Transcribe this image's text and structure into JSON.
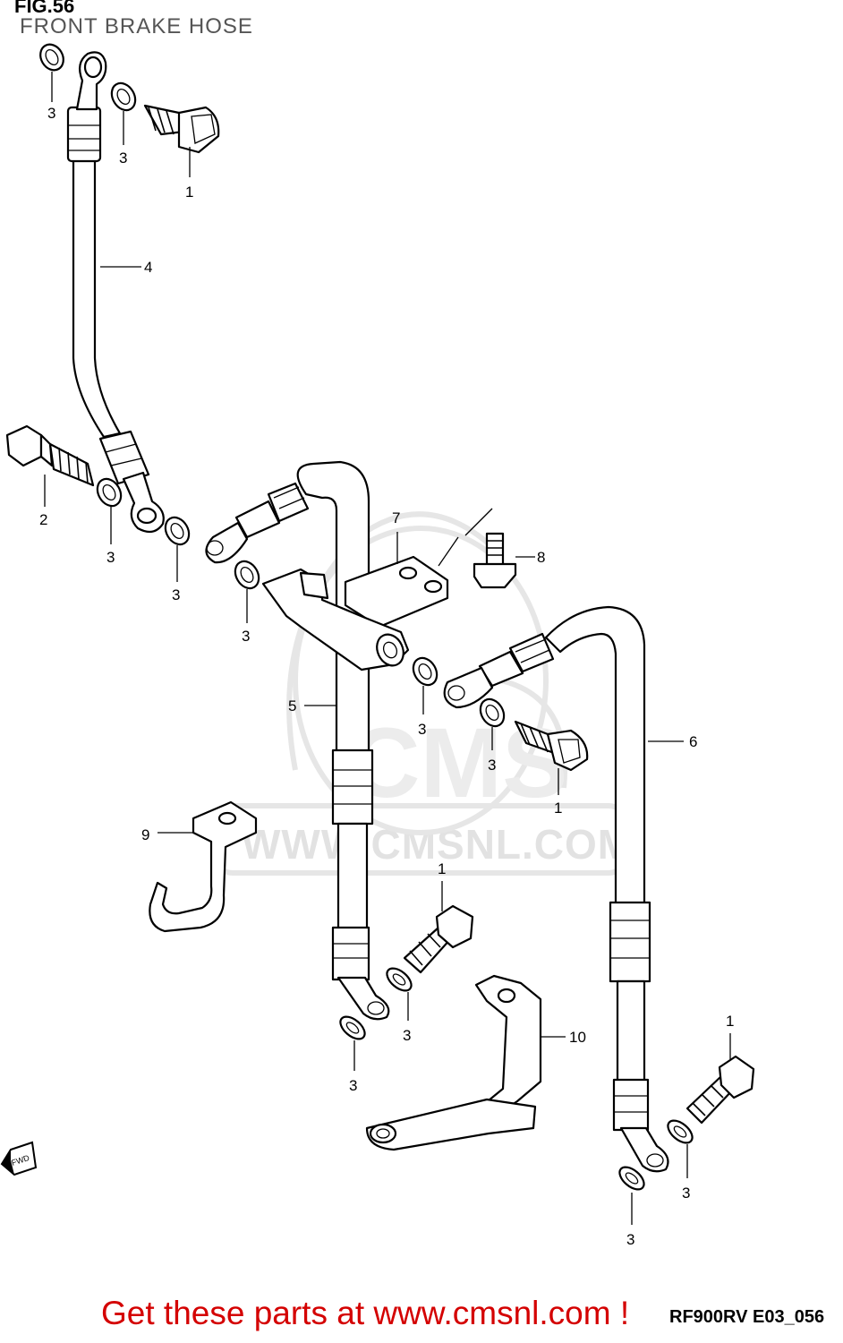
{
  "figure": {
    "number": "FIG.56",
    "title": "FRONT BRAKE HOSE",
    "code": "RF900RV E03_056"
  },
  "watermark": {
    "text": "WWW.CMSNL.COM",
    "logo": "CMS"
  },
  "promo": {
    "text": "Get these parts at www.cmsnl.com !"
  },
  "fwd_marker": {
    "text": "FWD"
  },
  "callouts": [
    {
      "id": "c3a",
      "label": "3"
    },
    {
      "id": "c3b",
      "label": "3"
    },
    {
      "id": "c1a",
      "label": "1"
    },
    {
      "id": "c4",
      "label": "4"
    },
    {
      "id": "c2",
      "label": "2"
    },
    {
      "id": "c3c",
      "label": "3"
    },
    {
      "id": "c3d",
      "label": "3"
    },
    {
      "id": "c3e",
      "label": "3"
    },
    {
      "id": "c7",
      "label": "7"
    },
    {
      "id": "c8",
      "label": "8"
    },
    {
      "id": "c5",
      "label": "5"
    },
    {
      "id": "c3f",
      "label": "3"
    },
    {
      "id": "c3g",
      "label": "3"
    },
    {
      "id": "c1b",
      "label": "1"
    },
    {
      "id": "c6",
      "label": "6"
    },
    {
      "id": "c9",
      "label": "9"
    },
    {
      "id": "c1c",
      "label": "1"
    },
    {
      "id": "c3h",
      "label": "3"
    },
    {
      "id": "c3i",
      "label": "3"
    },
    {
      "id": "c10",
      "label": "10"
    },
    {
      "id": "c1d",
      "label": "1"
    },
    {
      "id": "c3j",
      "label": "3"
    },
    {
      "id": "c3k",
      "label": "3"
    }
  ]
}
